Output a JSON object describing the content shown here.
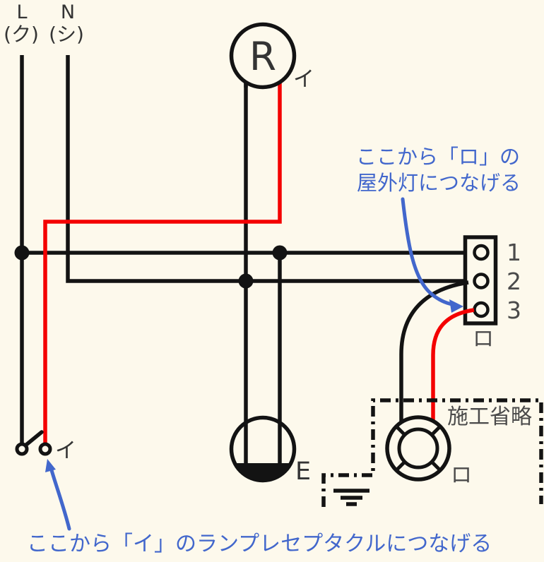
{
  "colors": {
    "background": "#FDF9EC",
    "wire_black": "#131313",
    "wire_red": "#F40000",
    "annotation_blue": "#4267CC",
    "label_gray": "#4a4a4a",
    "label_dark": "#343434"
  },
  "power_source": {
    "l_label": "L",
    "l_wire_name": "(ク)",
    "n_label": "N",
    "n_wire_name": "(シ)"
  },
  "ceiling_light": {
    "symbol": "R",
    "circuit_label": "イ"
  },
  "switch": {
    "circuit_label": "イ"
  },
  "outlet": {
    "earth_label": "E"
  },
  "terminal_block": {
    "terminal_labels": [
      "1",
      "2",
      "3"
    ],
    "circuit_label": "ロ"
  },
  "outdoor_light": {
    "circuit_label": "ロ"
  },
  "construction_omitted_box": {
    "label": "施工省略"
  },
  "annotations": {
    "terminal3_note_line1": "ここから「ロ」の",
    "terminal3_note_line2": "屋外灯につなげる",
    "switch_note": "ここから「イ」のランプレセプタクルにつなげる"
  }
}
